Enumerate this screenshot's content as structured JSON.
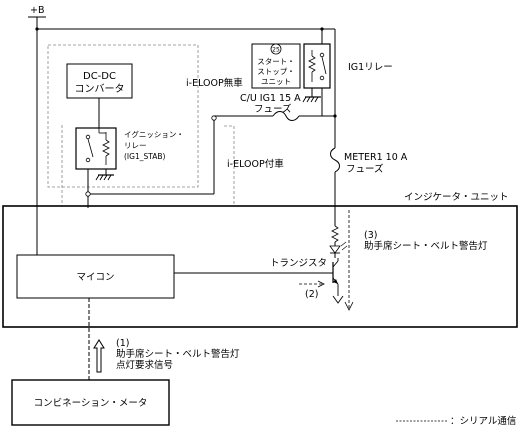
{
  "labels": {
    "plus_b": "+B",
    "dcdc_line1": "DC-DC",
    "dcdc_line2": "コンバータ",
    "eloop_off": "i-ELOOP無車",
    "eloop_on": "i-ELOOP付車",
    "ign_relay_line1": "イグニッション・",
    "ign_relay_line2": "リレー",
    "ign_relay_line3": "(IG1_STAB)",
    "ss_unit_line1": "スタート・",
    "ss_unit_line2": "ストップ・",
    "ss_unit_line3": "ユニット",
    "ss_badge": "25",
    "ig1_relay": "IG1リレー",
    "cu_fuse_line1": "C/U IG1 15 A",
    "cu_fuse_line2": "フューズ",
    "meter_fuse_line1": "METER1 10 A",
    "meter_fuse_line2": "フューズ",
    "indicator_unit": "インジケータ・ユニット",
    "ann3_num": "(3)",
    "ann3_text": "助手席シート・ベルト警告灯",
    "mcu": "マイコン",
    "transistor": "トランジスタ",
    "ann2_num": "(2)",
    "ann1_num": "(1)",
    "ann1_line1": "助手席シート・ベルト警告灯",
    "ann1_line2": "点灯要求信号",
    "combi_meter": "コンビネーション・メータ",
    "legend": "：シリアル通信"
  },
  "colors": {
    "line": "#000000",
    "dashed_box": "#888888",
    "background": "#ffffff"
  }
}
